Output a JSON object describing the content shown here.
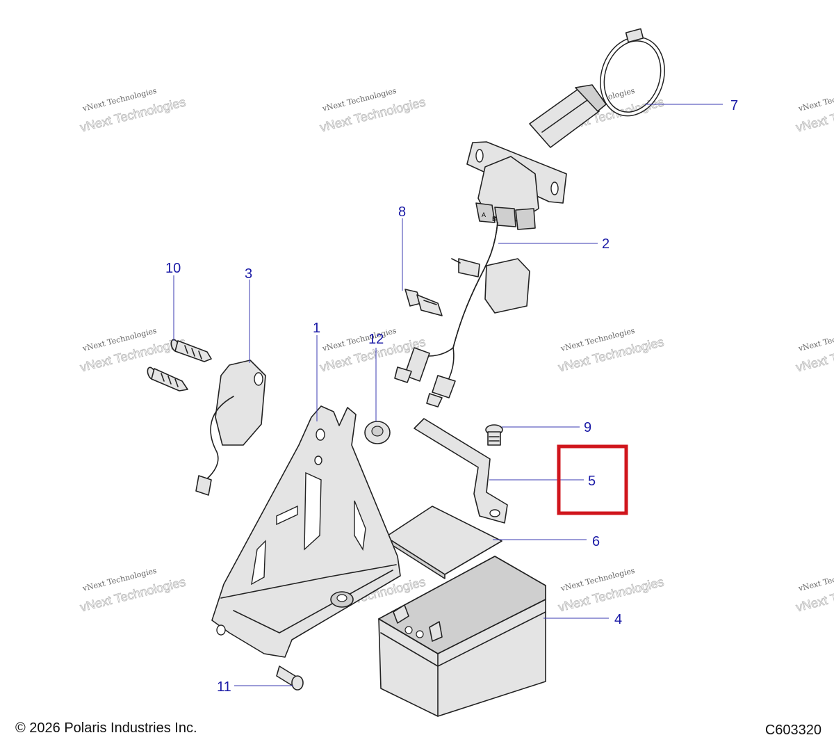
{
  "callouts": {
    "c1": "1",
    "c2": "2",
    "c3": "3",
    "c4": "4",
    "c5": "5",
    "c6": "6",
    "c7": "7",
    "c8": "8",
    "c9": "9",
    "c10": "10",
    "c11": "11",
    "c12": "12"
  },
  "battery_marks": {
    "a": "A",
    "b": "B"
  },
  "watermark": {
    "line1": "vNext Technologies",
    "line2": "vNext Technologies"
  },
  "highlight_color": "#d0151c",
  "callout_color": "#1a1aa6",
  "footer": {
    "copyright": "© 2026 Polaris Industries Inc.",
    "diagram_code": "C603320"
  }
}
